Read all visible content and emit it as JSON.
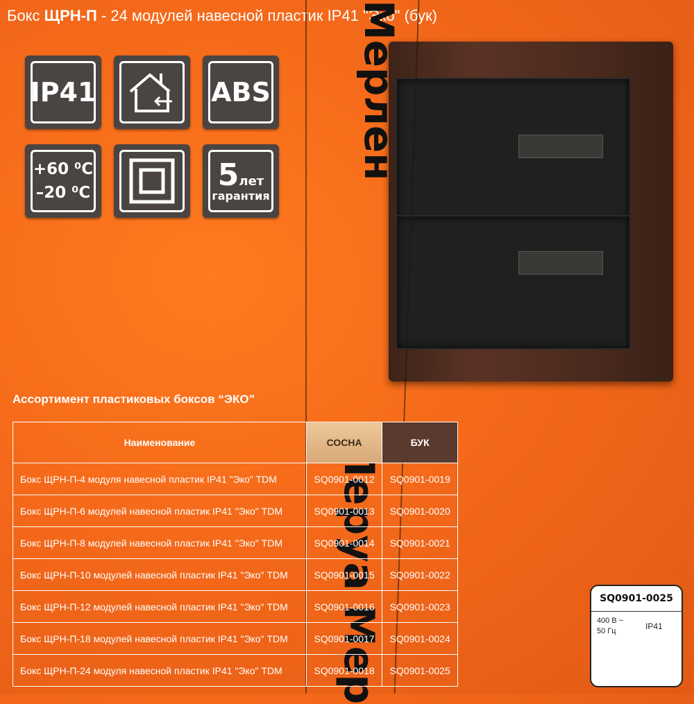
{
  "header": {
    "title_prefix": "Бокс ",
    "title_bold": "ЩРН-П",
    "title_rest": " - 24 модулей навесной пластик IP41 \"Эко\" (бук)"
  },
  "icons": [
    {
      "name": "ip41",
      "text": "IP41"
    },
    {
      "name": "indoor-house-icon",
      "text": ""
    },
    {
      "name": "abs",
      "text": "ABS"
    },
    {
      "name": "temperature",
      "line1": "+60 ⁰С",
      "line2": "–20 ⁰С"
    },
    {
      "name": "double-insulation-icon",
      "text": ""
    },
    {
      "name": "warranty",
      "num": "5",
      "unit": "лет",
      "label": "гарантия"
    }
  ],
  "watermark": {
    "top": "Мерлен",
    "bottom": "Леруа Мер"
  },
  "table": {
    "title": "Ассортимент пластиковых боксов “ЭКО”",
    "headers": [
      "Наименование",
      "СОСНА",
      "БУК"
    ],
    "rows": [
      [
        "Бокс ЩРН-П-4 модуля навесной пластик IP41 \"Эко\" TDM",
        "SQ0901-0012",
        "SQ0901-0019"
      ],
      [
        "Бокс ЩРН-П-6 модулей навесной пластик IP41 \"Эко\" TDM",
        "SQ0901-0013",
        "SQ0901-0020"
      ],
      [
        "Бокс ЩРН-П-8 модулей навесной пластик IP41 \"Эко\" TDM",
        "SQ0901-0014",
        "SQ0901-0021"
      ],
      [
        "Бокс ЩРН-П-10 модулей навесной пластик IP41 \"Эко\" TDM",
        "SQ0901-0015",
        "SQ0901-0022"
      ],
      [
        "Бокс ЩРН-П-12 модулей навесной пластик IP41 \"Эко\" TDM",
        "SQ0901-0016",
        "SQ0901-0023"
      ],
      [
        "Бокс ЩРН-П-18 модулей навесной пластик IP41 \"Эко\" TDM",
        "SQ0901-0017",
        "SQ0901-0024"
      ],
      [
        "Бокс ЩРН-П-24 модуля навесной пластик IP41 \"Эко\" TDM",
        "SQ0901-0018",
        "SQ0901-0025"
      ]
    ]
  },
  "label": {
    "code": "SQ0901-0025",
    "spec_line1": "400 В ~",
    "spec_line2": "50 Гц",
    "ip": "IP41"
  },
  "colors": {
    "background": "#f4691a",
    "icon_bg": "#4a4442",
    "sosna": "#e2b98a",
    "buk": "#5a3a2e"
  }
}
